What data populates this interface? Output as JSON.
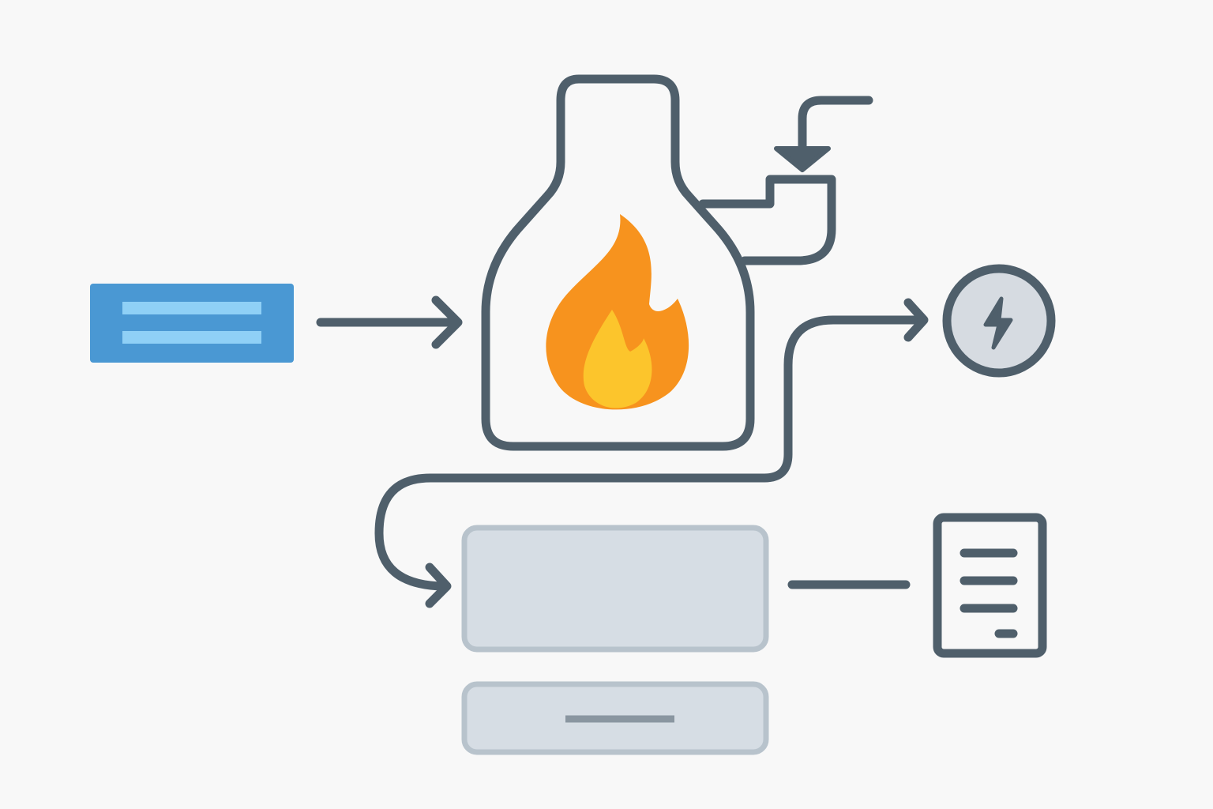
{
  "diagram": {
    "nodes": [
      {
        "id": "input-block",
        "icon": "horizontal-lines-icon",
        "text": ""
      },
      {
        "id": "furnace",
        "icon": "flame-icon",
        "text": ""
      },
      {
        "id": "pipe-feed",
        "icon": "down-arrow-icon",
        "text": ""
      },
      {
        "id": "power-output",
        "icon": "lightning-bolt-icon",
        "text": ""
      },
      {
        "id": "residue-tray",
        "icon": "tray-icon",
        "text": ""
      },
      {
        "id": "base-tray",
        "icon": "tray-icon",
        "text": ""
      },
      {
        "id": "report",
        "icon": "document-icon",
        "text": ""
      }
    ],
    "edges": [
      {
        "from": "input-block",
        "to": "furnace",
        "directed": true
      },
      {
        "from": "pipe-feed",
        "to": "furnace",
        "directed": true
      },
      {
        "from": "furnace",
        "to": "power-output",
        "directed": true
      },
      {
        "from": "furnace",
        "to": "residue-tray",
        "directed": true
      },
      {
        "from": "residue-tray",
        "to": "report",
        "directed": false
      }
    ]
  },
  "colors": {
    "background": "#f8f8f8",
    "outline": "#4f5f6b",
    "input_block_fill": "#4a98d3",
    "input_block_lines": "#8fd0f6",
    "flame_outer": "#f7931e",
    "flame_inner": "#fcc52c",
    "tray_fill": "#d6dde4",
    "tray_border": "#b8c3cc",
    "circle_fill": "#d6dbe1"
  }
}
